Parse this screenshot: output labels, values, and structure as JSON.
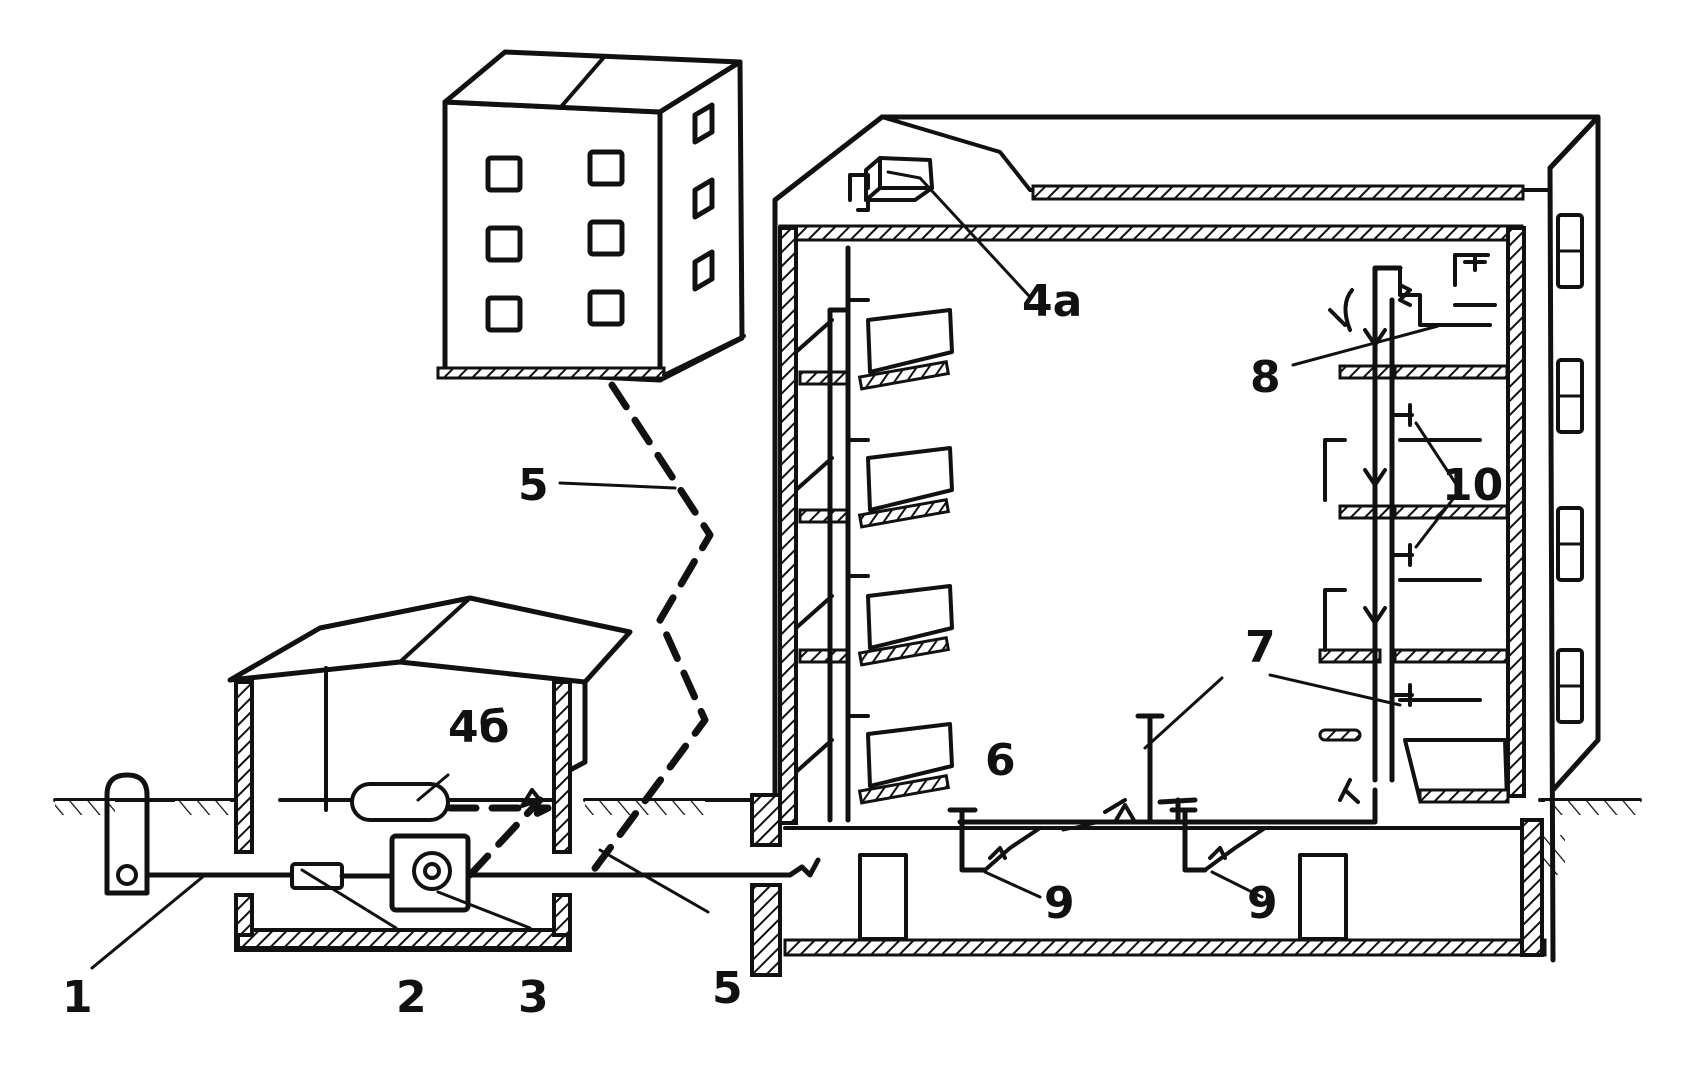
{
  "labels": {
    "l1": "1",
    "l2": "2",
    "l3": "3",
    "l4a": "4a",
    "l4b": "4б",
    "l5_upper": "5",
    "l5_lower": "5",
    "l6": "6",
    "l7": "7",
    "l8": "8",
    "l9_left": "9",
    "l9_right": "9",
    "l10": "10"
  },
  "colors": {
    "ink": "#111111",
    "paper": "#ffffff"
  }
}
